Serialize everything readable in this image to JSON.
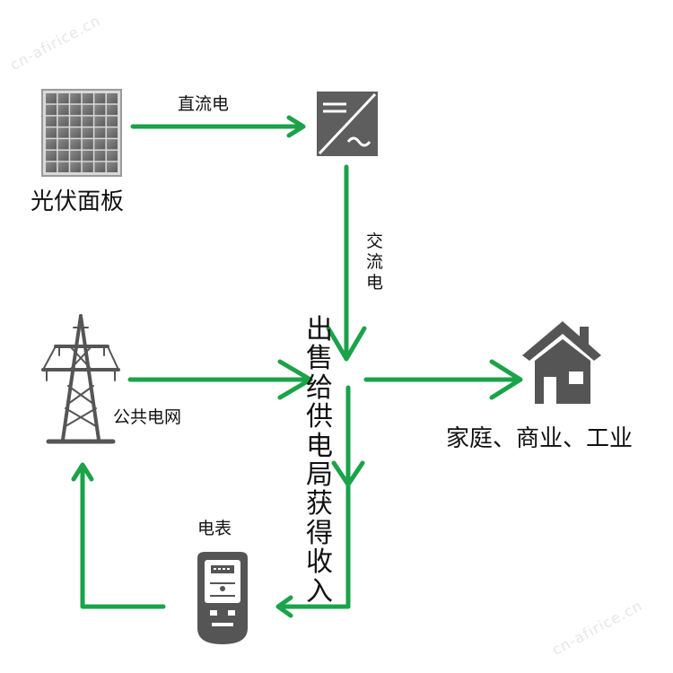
{
  "labels": {
    "panel": "光伏面板",
    "dc": "直流电",
    "ac": "交流电",
    "grid": "公共电网",
    "consumers": "家庭、商业、工业",
    "meter": "电表",
    "income": "出售给供电局获得收入"
  },
  "watermark": "cn-afirice.cn",
  "colors": {
    "arrow": "#1aa34a",
    "icon": "#555555",
    "text": "#111111"
  },
  "icons": {
    "panel": "solar-panel-icon",
    "inverter": "inverter-icon",
    "tower": "power-tower-icon",
    "house": "house-icon",
    "meter": "electric-meter-icon"
  }
}
